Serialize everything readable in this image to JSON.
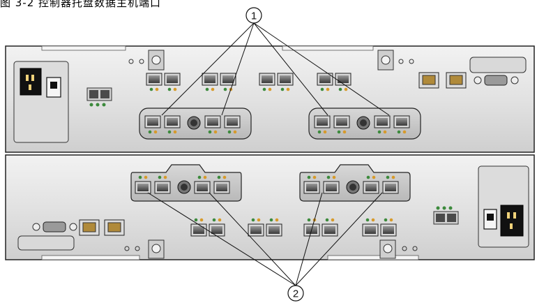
{
  "caption": "图 3-2 控制器托盘数据主机端口",
  "callouts": [
    {
      "number": "1",
      "meaning": "host-ports-upper-controller"
    },
    {
      "number": "2",
      "meaning": "host-ports-lower-controller"
    }
  ],
  "colors": {
    "chassis": "#e3e3e3",
    "outline": "#222222",
    "port_face": "#d7d7d7",
    "port_dark": "#2b2b2b",
    "led_green": "#3c8a3c",
    "led_orange": "#d79a2a"
  }
}
